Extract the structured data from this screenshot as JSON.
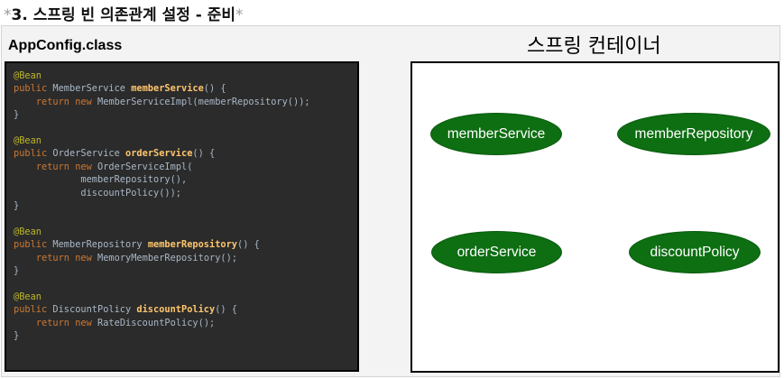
{
  "header": {
    "prefix_star": "*",
    "title": "3. 스프링 빈 의존관계 설정 - 준비",
    "suffix_star": "*"
  },
  "code_panel": {
    "title": "AppConfig.class",
    "keywords": {
      "annotation": "@Bean",
      "public": "public",
      "return": "return",
      "new": "new"
    },
    "methods": [
      {
        "return_type": "MemberService",
        "name": "memberService",
        "signature_tail": "() {",
        "body_lines": [
          "MemberServiceImpl(memberRepository());"
        ],
        "close": "}"
      },
      {
        "return_type": "OrderService",
        "name": "orderService",
        "signature_tail": "() {",
        "body_lines": [
          "OrderServiceImpl(",
          "memberRepository(),",
          "discountPolicy());"
        ],
        "close": "}"
      },
      {
        "return_type": "MemberRepository",
        "name": "memberRepository",
        "signature_tail": "() {",
        "body_lines": [
          "MemoryMemberRepository();"
        ],
        "close": "}"
      },
      {
        "return_type": "DiscountPolicy",
        "name": "discountPolicy",
        "signature_tail": "() {",
        "body_lines": [
          "RateDiscountPolicy();"
        ],
        "close": "}"
      }
    ]
  },
  "container": {
    "title": "스프링 컨테이너",
    "beans": [
      "memberService",
      "memberRepository",
      "orderService",
      "discountPolicy"
    ]
  },
  "colors": {
    "code_bg": "#2b2b2b",
    "keyword": "#cc7832",
    "annotation": "#bbb529",
    "method_name": "#ffc66d",
    "bean_fill": "#0d6e12"
  }
}
